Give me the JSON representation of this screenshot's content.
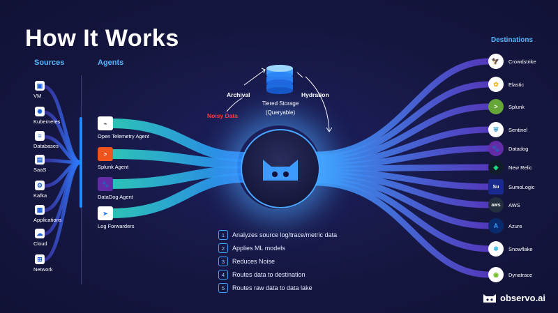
{
  "title": "How It Works",
  "sources_title": "Sources",
  "agents_title": "Agents",
  "destinations_title": "Destinations",
  "sources": [
    {
      "label": "VM",
      "icon": "vm-icon"
    },
    {
      "label": "Kubernetes",
      "icon": "kubernetes-icon"
    },
    {
      "label": "Databases",
      "icon": "database-icon"
    },
    {
      "label": "SaaS",
      "icon": "saas-icon"
    },
    {
      "label": "Kafka",
      "icon": "kafka-icon"
    },
    {
      "label": "Applications",
      "icon": "applications-icon"
    },
    {
      "label": "Cloud",
      "icon": "cloud-icon"
    },
    {
      "label": "Network",
      "icon": "network-icon"
    }
  ],
  "agents": [
    {
      "label": "Open Telemetry Agent",
      "icon": "open-telemetry-icon"
    },
    {
      "label": "Splunk Agent",
      "icon": "splunk-icon"
    },
    {
      "label": "DataDog Agent",
      "icon": "datadog-icon"
    },
    {
      "label": "Log Forwarders",
      "icon": "log-forwarder-icon"
    }
  ],
  "storage": {
    "line1": "Tiered Storage",
    "line2": "(Queryable)"
  },
  "archival": "Archival",
  "hydration": "Hydration",
  "noisy_data": "Noisy Data",
  "steps": [
    {
      "num": "1",
      "text": "Analyzes source log/trace/metric data"
    },
    {
      "num": "2",
      "text": "Applies ML models"
    },
    {
      "num": "3",
      "text": "Reduces Noise"
    },
    {
      "num": "4",
      "text": "Routes data to destination"
    },
    {
      "num": "5",
      "text": "Routes raw data to data lake"
    }
  ],
  "destinations": [
    {
      "label": "Crowdstrike",
      "icon": "crowdstrike-icon",
      "color": "#e0242c"
    },
    {
      "label": "Elastic",
      "icon": "elastic-icon",
      "color": "#f0b41c"
    },
    {
      "label": "Splunk",
      "icon": "splunk-icon",
      "color": "#65a637"
    },
    {
      "label": "Sentinel",
      "icon": "sentinel-icon",
      "color": "#1b8fd6"
    },
    {
      "label": "Datadog",
      "icon": "datadog-icon",
      "color": "#632ca6"
    },
    {
      "label": "New Relic",
      "icon": "new-relic-icon",
      "color": "#1ce783"
    },
    {
      "label": "SumoLogic",
      "icon": "sumologic-icon",
      "color": "#1a2a8c"
    },
    {
      "label": "AWS",
      "icon": "aws-icon",
      "color": "#232f3e"
    },
    {
      "label": "Azure",
      "icon": "azure-icon",
      "color": "#0078d4"
    },
    {
      "label": "Snowflake",
      "icon": "snowflake-icon",
      "color": "#29b5e8"
    },
    {
      "label": "Dynatrace",
      "icon": "dynatrace-icon",
      "color": "#73be28"
    }
  ],
  "brand": "observo.ai",
  "colors": {
    "background": "#15163f",
    "accent": "#52b6ff",
    "noisy": "#ff3b3b",
    "agent_flow": "#36c9c0"
  }
}
